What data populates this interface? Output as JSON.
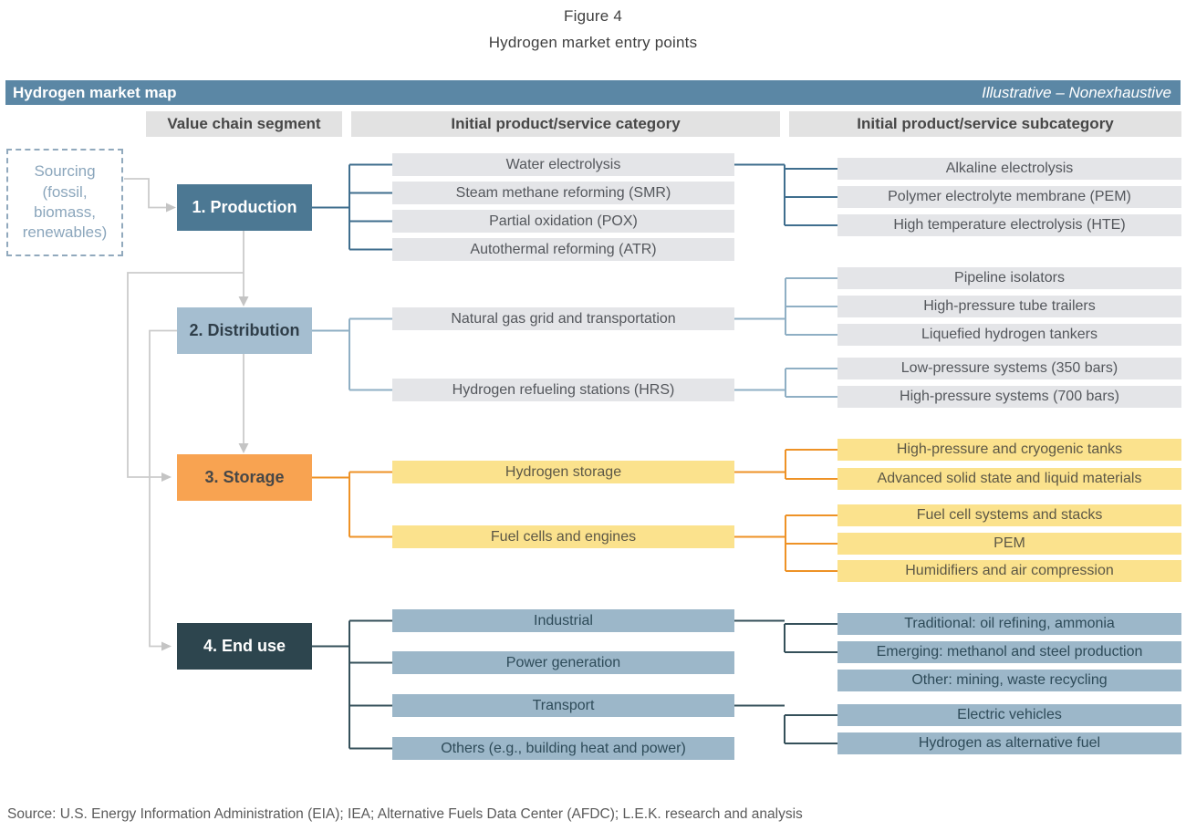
{
  "figure": {
    "caption_line1": "Figure 4",
    "caption_line2": "Hydrogen market entry points",
    "source": "Source: U.S. Energy Information Administration (EIA); IEA; Alternative Fuels Data Center (AFDC); L.E.K. research and analysis"
  },
  "banner": {
    "title": "Hydrogen market map",
    "note": "Illustrative – Nonexhaustive",
    "bg_color": "#5b87a5",
    "text_color": "#ffffff"
  },
  "column_headers": {
    "segment": "Value chain segment",
    "category": "Initial product/service category",
    "subcategory": "Initial product/service subcategory",
    "bg_color": "#e2e2e2"
  },
  "sourcing": {
    "label": "Sourcing (fossil, biomass, renewables)",
    "border_color": "#91a9bd",
    "text_color": "#8ba6bc"
  },
  "flow_color": "#cbcbcb",
  "segments": [
    {
      "label": "1. Production",
      "box_color": "#4c7893",
      "label_color": "#ffffff",
      "line_color": "#3f6e8e",
      "category_bg": "#e4e5e8",
      "categories": [
        "Water electrolysis",
        "Steam methane reforming (SMR)",
        "Partial oxidation (POX)",
        "Autothermal reforming (ATR)"
      ],
      "subcategory_groups": [
        {
          "parent": "Water electrolysis",
          "items": [
            "Alkaline electrolysis",
            "Polymer electrolyte membrane (PEM)",
            "High temperature electrolysis (HTE)"
          ]
        }
      ]
    },
    {
      "label": "2. Distribution",
      "box_color": "#a5bed0",
      "label_color": "#2f3e49",
      "line_color": "#8fafc4",
      "category_bg": "#e4e5e8",
      "categories": [
        "Natural gas grid and transportation",
        "Hydrogen refueling stations (HRS)"
      ],
      "subcategory_groups": [
        {
          "parent": "Natural gas grid and transportation",
          "items": [
            "Pipeline isolators",
            "High-pressure tube trailers",
            "Liquefied hydrogen tankers"
          ]
        },
        {
          "parent": "Hydrogen refueling stations (HRS)",
          "items": [
            "Low-pressure systems (350 bars)",
            "High-pressure systems (700 bars)"
          ]
        }
      ]
    },
    {
      "label": "3. Storage",
      "box_color": "#f8a351",
      "label_color": "#474747",
      "line_color": "#ee9226",
      "category_bg": "#fbe28d",
      "categories": [
        "Hydrogen storage",
        "Fuel cells and engines"
      ],
      "subcategory_groups": [
        {
          "parent": "Hydrogen storage",
          "items": [
            "High-pressure and cryogenic tanks",
            "Advanced solid state and liquid materials"
          ]
        },
        {
          "parent": "Fuel cells and engines",
          "items": [
            "Fuel cell systems and stacks",
            "PEM",
            "Humidifiers and air compression"
          ]
        }
      ]
    },
    {
      "label": "4. End use",
      "box_color": "#2d454e",
      "label_color": "#ffffff",
      "line_color": "#35505a",
      "category_bg": "#9cb7c9",
      "categories": [
        "Industrial",
        "Power generation",
        "Transport",
        "Others (e.g., building heat and power)"
      ],
      "subcategory_groups": [
        {
          "parent": "Industrial",
          "items": [
            "Traditional: oil refining, ammonia",
            "Emerging: methanol and steel production",
            "Other: mining, waste recycling"
          ]
        },
        {
          "parent": "Transport",
          "items": [
            "Electric vehicles",
            "Hydrogen as alternative fuel"
          ]
        }
      ]
    }
  ]
}
